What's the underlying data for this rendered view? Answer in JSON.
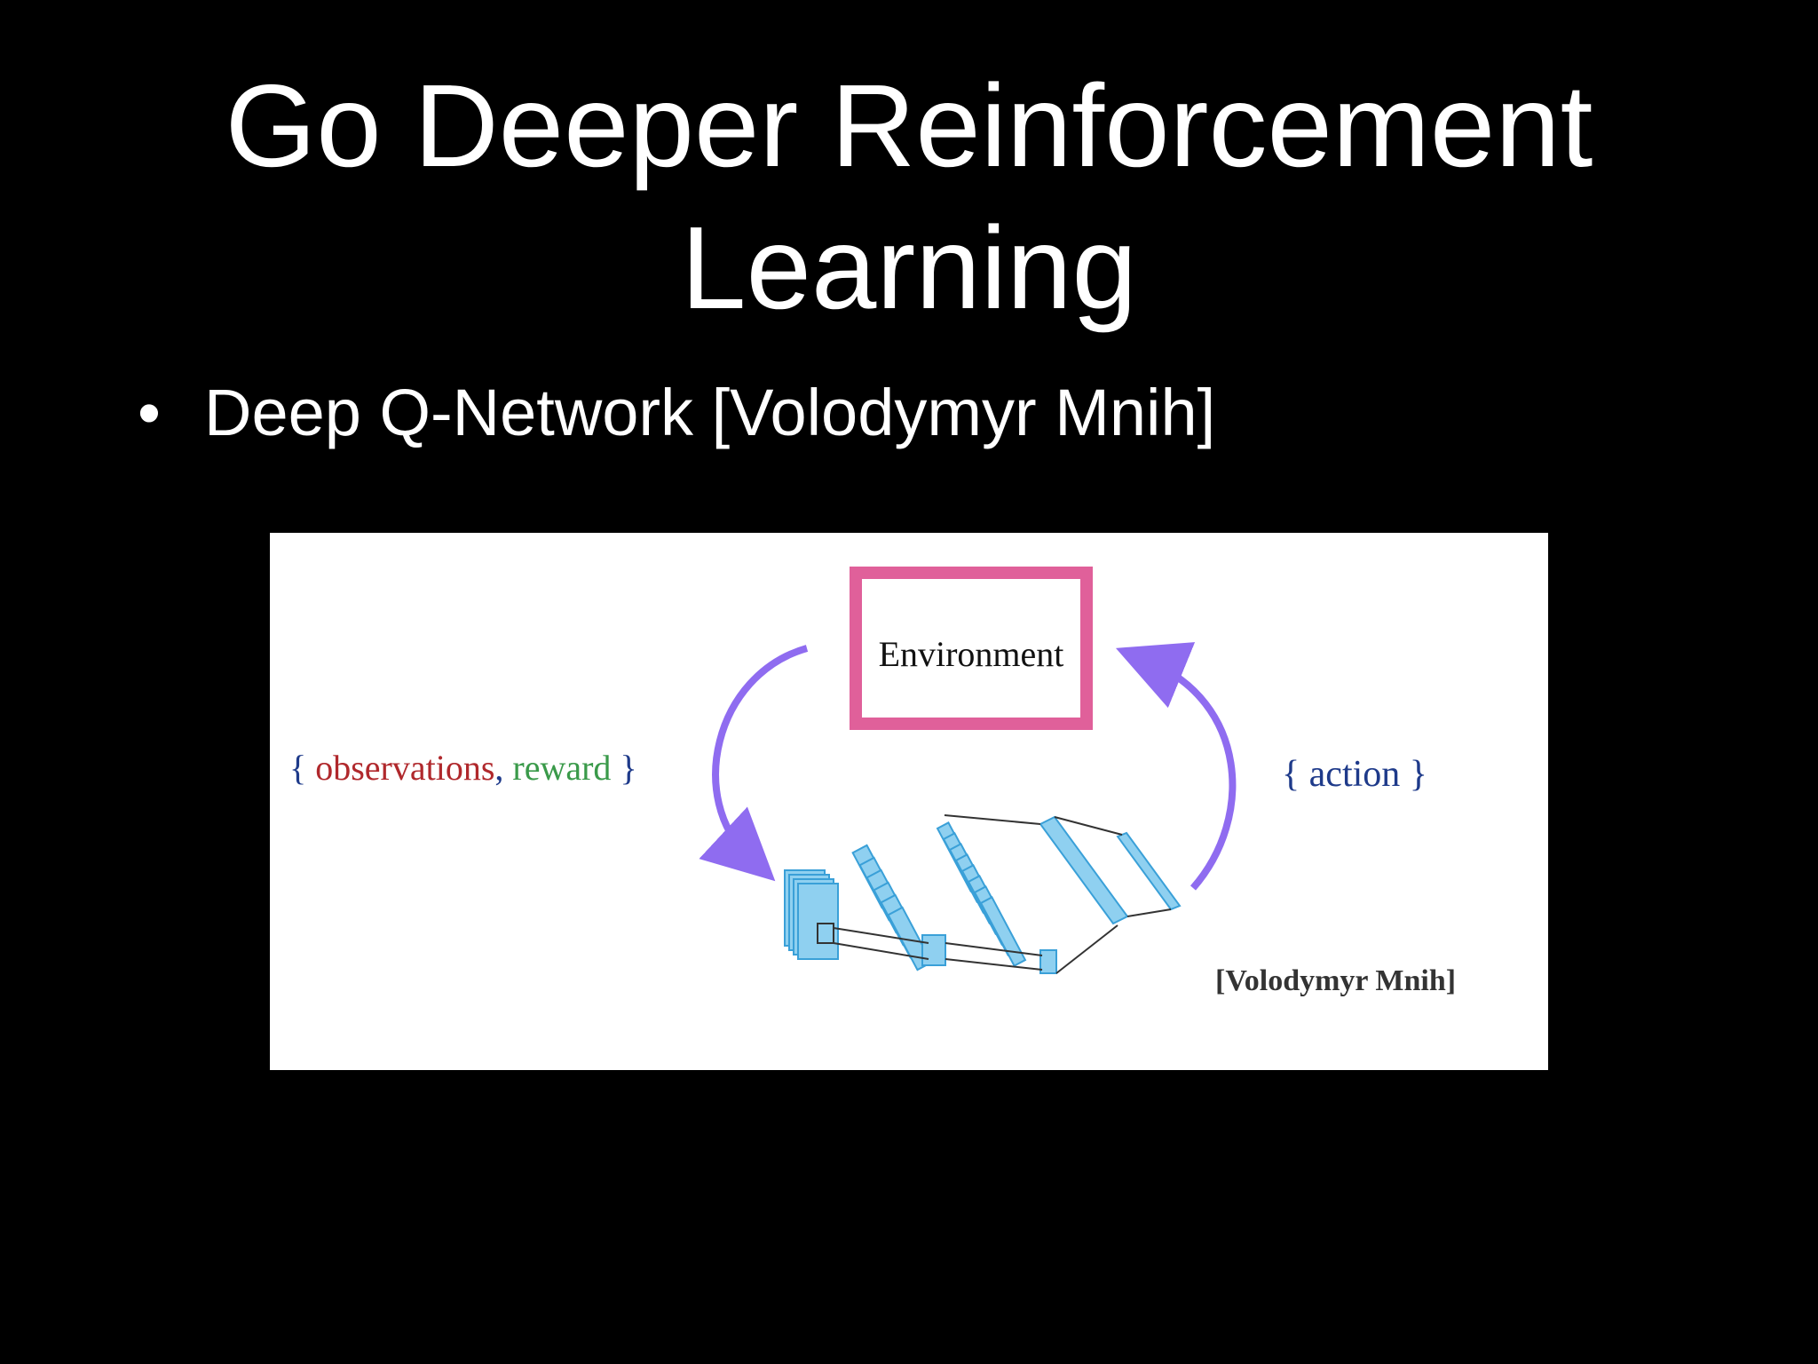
{
  "slide": {
    "title_line1": "Go Deeper Reinforcement",
    "title_line2": "Learning",
    "bullet_marker": "•",
    "bullet_text": "Deep Q-Network [Volodymyr Mnih]"
  },
  "diagram": {
    "environment_label": "Environment",
    "obs_open": "{ ",
    "obs_observations": "observations",
    "obs_comma": ", ",
    "obs_reward": "reward",
    "obs_close": " }",
    "action_label": "{ action }",
    "citation": "[Volodymyr Mnih]",
    "colors": {
      "environment_border": "#e0609a",
      "arrow": "#8f6cf0",
      "layer_fill": "#8fd0f0",
      "layer_stroke": "#3aa0d8",
      "brace": "#1e3a8a",
      "observations": "#b0282c",
      "reward": "#3a9a4a",
      "action": "#1e3a8a"
    }
  }
}
